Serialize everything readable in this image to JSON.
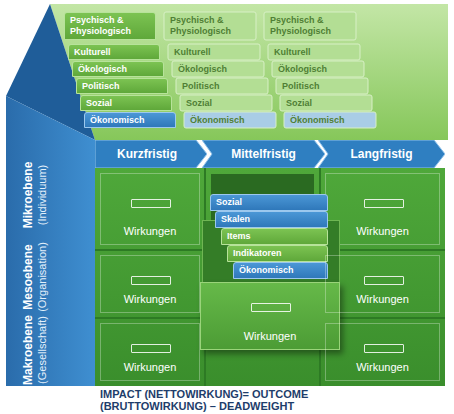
{
  "diagram": {
    "caption": "IMPACT (NETTOWIRKUNG)= OUTCOME (BRUTTOWIRKUNG) – DEADWEIGHT",
    "nodes": [
      {
        "text": [
          "Psychisch & Physiologisch"
        ]
      },
      {
        "text": [
          "Kulturell"
        ]
      },
      {
        "text": [
          "Ökologisch"
        ]
      },
      {
        "text": [
          "Politisch"
        ]
      },
      {
        "text": [
          "Sozial"
        ]
      },
      {
        "text": [
          "Ökonomisch"
        ]
      },
      {
        "text": [
          "Kurzfristig"
        ]
      },
      {
        "text": [
          "Mittelfristig"
        ]
      },
      {
        "text": [
          "Langfristig"
        ]
      },
      {
        "text": [
          "Mikroebene",
          "(Individuum)"
        ]
      },
      {
        "text": [
          "Mesoebene",
          "(Organisation)"
        ]
      },
      {
        "text": [
          "Makroebene",
          "(Gesellschaft)"
        ]
      },
      {
        "text": [
          "Wirkungen"
        ]
      },
      {
        "text": [
          "Wirkungen"
        ]
      },
      {
        "text": [
          "Wirkungen"
        ]
      },
      {
        "text": [
          "Sozial"
        ],
        "in": 14
      },
      {
        "text": [
          "Skalen"
        ],
        "in": 14
      },
      {
        "text": [
          "Items"
        ],
        "in": 14
      },
      {
        "text": [
          "Indikatoren"
        ],
        "in": 14
      },
      {
        "text": [
          "Ökonomisch"
        ],
        "in": 14
      },
      {
        "text": [
          "Wirkungen"
        ]
      },
      {
        "text": [
          "Wirkungen"
        ]
      },
      {
        "text": [
          "Wirkungen"
        ]
      },
      {
        "text": [
          "Wirkungen"
        ]
      }
    ],
    "labels": [
      "Psychisch & Physiologisch",
      "Kulturell",
      "Ökologisch",
      "Politisch",
      "Sozial",
      "Ökonomisch",
      "Psychisch & Physiologisch",
      "Kulturell",
      "Ökologisch",
      "Politisch",
      "Sozial",
      "Ökonomisch"
    ]
  }
}
